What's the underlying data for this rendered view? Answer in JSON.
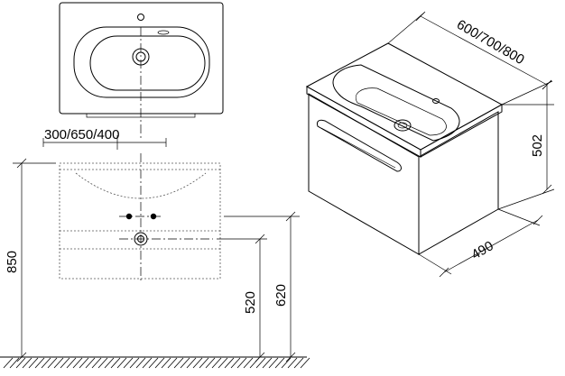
{
  "dimensions": {
    "basin_widths": "300/650/400",
    "cabinet_widths": "600/700/800",
    "cabinet_height": "502",
    "cabinet_depth": "490",
    "total_height": "850",
    "waste_height": "520",
    "top_height": "620"
  },
  "colors": {
    "line": "#000000",
    "hidden_line": "#555555",
    "floor_hatch": "#000000"
  }
}
